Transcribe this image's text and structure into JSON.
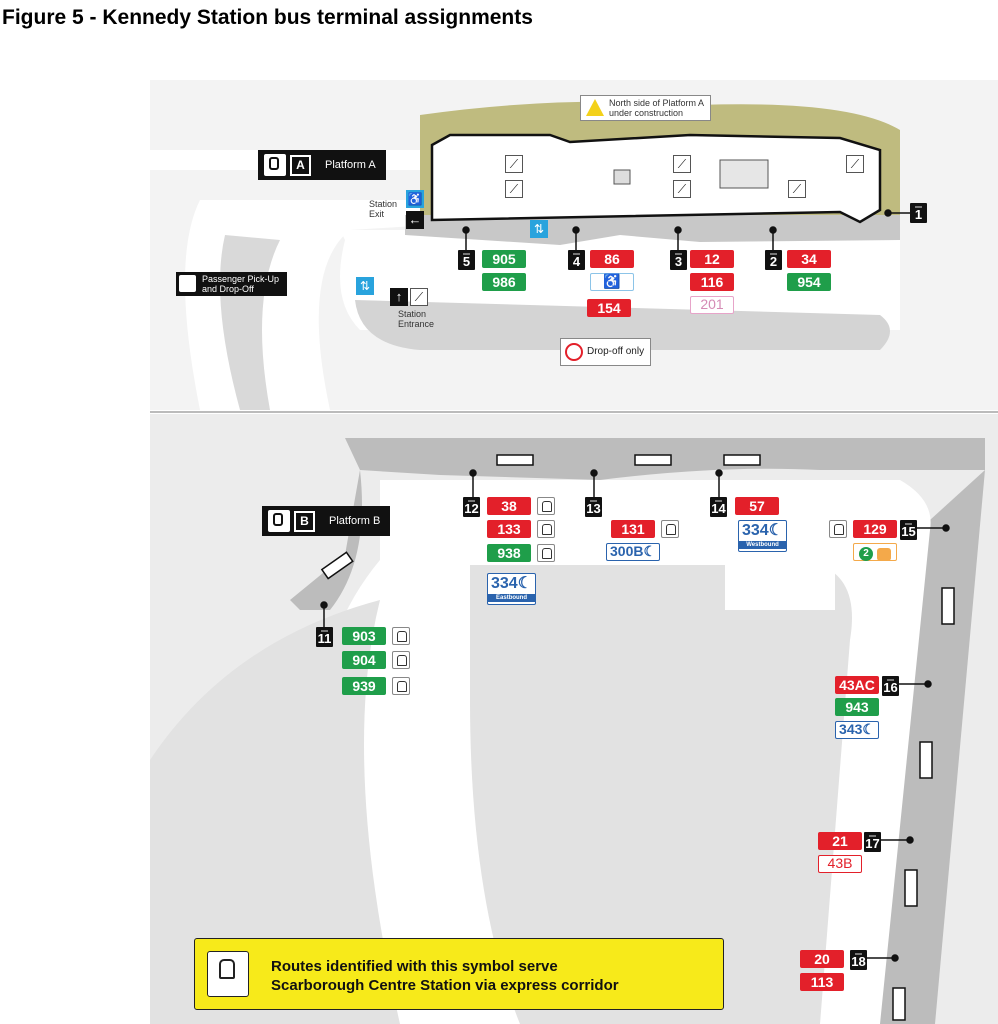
{
  "title": "Figure 5 - Kennedy Station bus terminal assignments",
  "platform_a": {
    "label": "Platform A",
    "letter": "A"
  },
  "platform_b": {
    "label": "Platform B",
    "letter": "B"
  },
  "construction_note": {
    "line1": "North side of Platform A",
    "line2": "under construction"
  },
  "station_exit": {
    "line1": "Station",
    "line2": "Exit"
  },
  "station_entrance": {
    "line1": "Station",
    "line2": "Entrance"
  },
  "pickup": {
    "line1": "Passenger Pick-Up",
    "line2": "and Drop-Off"
  },
  "dropoff_only": "Drop-off only",
  "legend": {
    "line1": "Routes identified with this symbol serve",
    "line2": "Scarborough Centre Station via express corridor"
  },
  "colors": {
    "regular": "#e3202a",
    "express": "#1f9e4a",
    "night": "#2a63ad",
    "legend_bg": "#f7ea1a"
  },
  "bays": [
    {
      "bay": "1",
      "routes": []
    },
    {
      "bay": "2",
      "routes": [
        {
          "n": "34",
          "t": "red"
        },
        {
          "n": "954",
          "t": "green"
        }
      ]
    },
    {
      "bay": "3",
      "routes": [
        {
          "n": "12",
          "t": "red"
        },
        {
          "n": "116",
          "t": "red"
        },
        {
          "n": "201",
          "t": "pinkout"
        }
      ]
    },
    {
      "bay": "4",
      "routes": [
        {
          "n": "86",
          "t": "red"
        },
        {
          "n": "♿",
          "t": "access"
        },
        {
          "n": "154",
          "t": "red"
        }
      ]
    },
    {
      "bay": "5",
      "routes": [
        {
          "n": "905",
          "t": "green"
        },
        {
          "n": "986",
          "t": "green"
        }
      ]
    },
    {
      "bay": "11",
      "routes": [
        {
          "n": "903",
          "t": "green",
          "x": true
        },
        {
          "n": "904",
          "t": "green",
          "x": true
        },
        {
          "n": "939",
          "t": "green",
          "x": true
        }
      ]
    },
    {
      "bay": "12",
      "routes": [
        {
          "n": "38",
          "t": "red",
          "x": true
        },
        {
          "n": "133",
          "t": "red",
          "x": true
        },
        {
          "n": "938",
          "t": "green",
          "x": true
        },
        {
          "n": "334☾",
          "t": "night",
          "sub": "Eastbound"
        }
      ]
    },
    {
      "bay": "13",
      "routes": [
        {
          "n": "131",
          "t": "red",
          "x": true
        },
        {
          "n": "300B☾",
          "t": "night"
        }
      ]
    },
    {
      "bay": "14",
      "routes": [
        {
          "n": "57",
          "t": "red"
        },
        {
          "n": "334☾",
          "t": "night",
          "sub": "Westbound"
        }
      ]
    },
    {
      "bay": "15",
      "routes": [
        {
          "n": "129",
          "t": "red",
          "x": true
        },
        {
          "n": "2",
          "t": "line2"
        }
      ]
    },
    {
      "bay": "16",
      "routes": [
        {
          "n": "43AC",
          "t": "red"
        },
        {
          "n": "943",
          "t": "green"
        },
        {
          "n": "343☾",
          "t": "night"
        }
      ]
    },
    {
      "bay": "17",
      "routes": [
        {
          "n": "21",
          "t": "red"
        },
        {
          "n": "43B",
          "t": "redout"
        }
      ]
    },
    {
      "bay": "18",
      "routes": [
        {
          "n": "20",
          "t": "red"
        },
        {
          "n": "113",
          "t": "red"
        }
      ]
    }
  ]
}
